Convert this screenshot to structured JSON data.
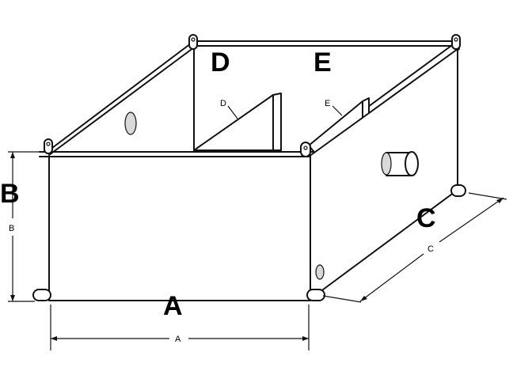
{
  "labels": {
    "big": {
      "a": "A",
      "b": "B",
      "c": "C",
      "d": "D",
      "e": "E"
    },
    "small": {
      "a": "A",
      "b": "B",
      "c": "C",
      "d": "D",
      "e": "E"
    }
  },
  "colors": {
    "line": "#111111",
    "shade": "#d9d9d9",
    "background": "#ffffff"
  }
}
